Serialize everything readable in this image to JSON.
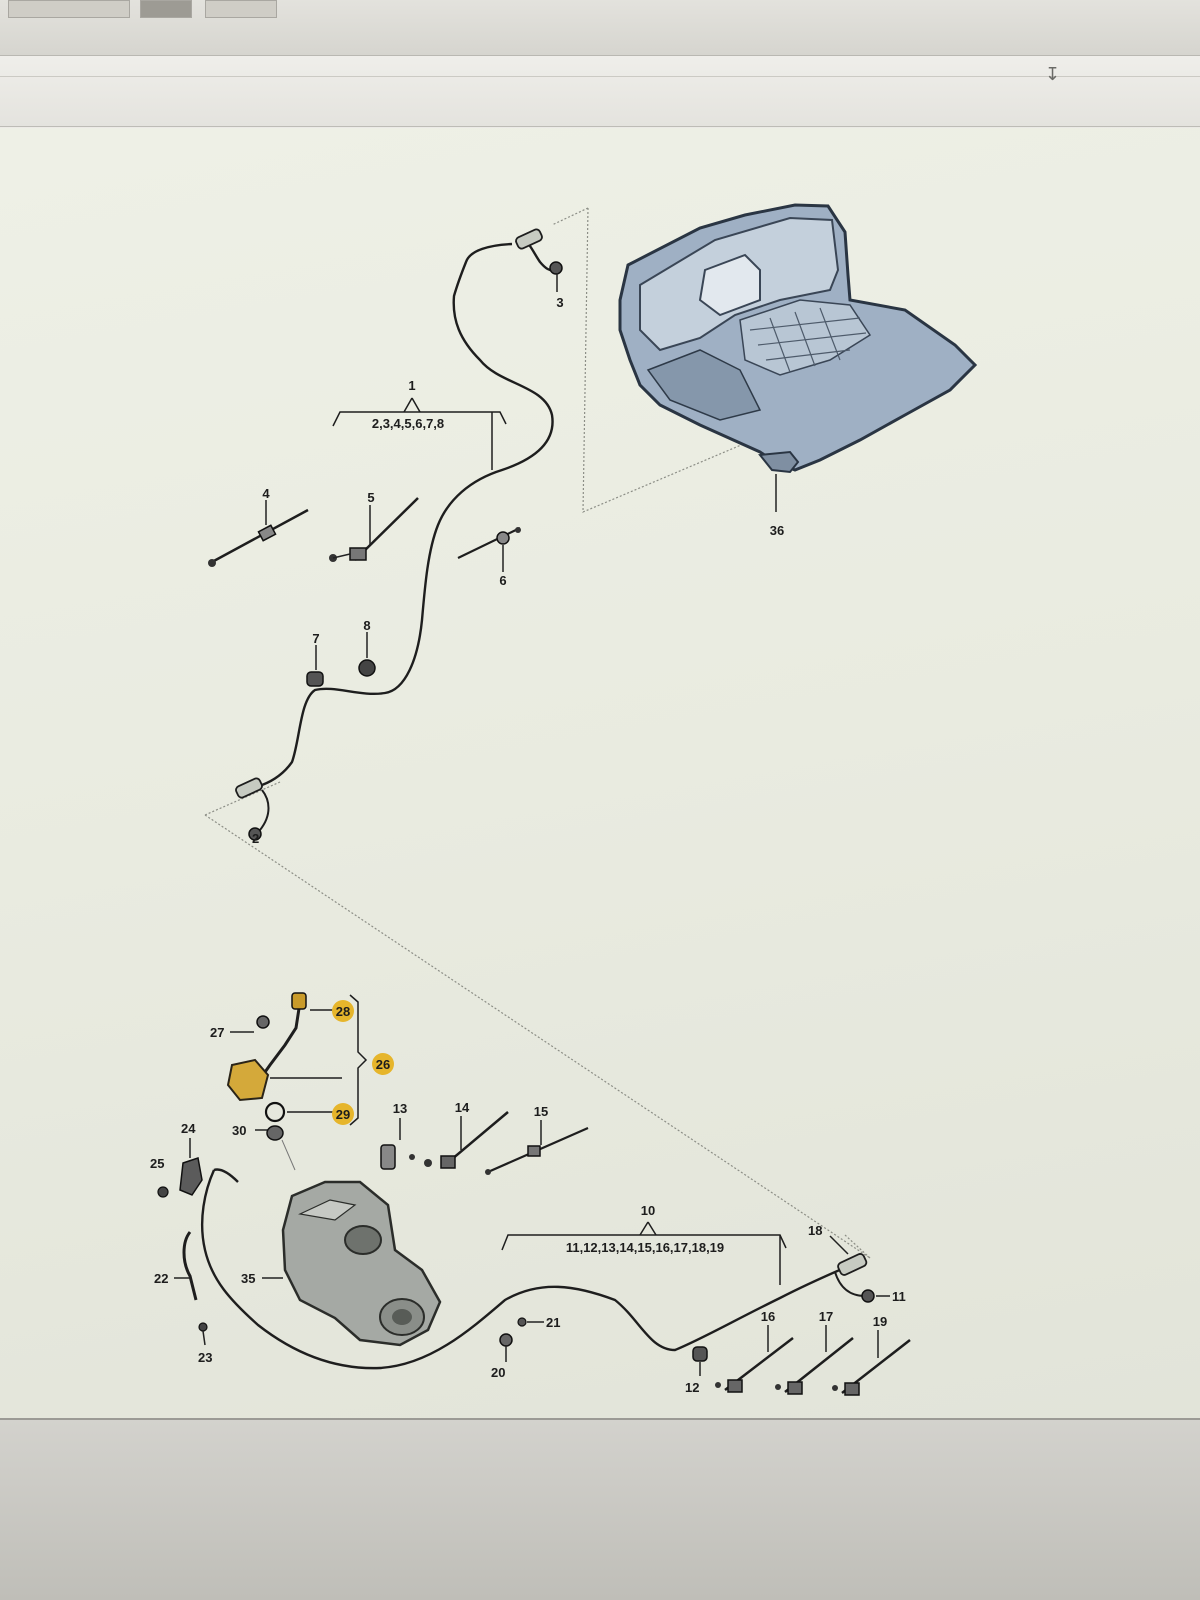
{
  "diagram": {
    "group1": {
      "number": "1",
      "members": "2,3,4,5,6,7,8"
    },
    "group10": {
      "number": "10",
      "members": "11,12,13,14,15,16,17,18,19"
    },
    "group26": {
      "number": "26"
    },
    "parts": {
      "p2": "2",
      "p3": "3",
      "p4": "4",
      "p5": "5",
      "p6": "6",
      "p7": "7",
      "p8": "8",
      "p11": "11",
      "p12": "12",
      "p13": "13",
      "p14": "14",
      "p15": "15",
      "p16": "16",
      "p17": "17",
      "p18": "18",
      "p19": "19",
      "p20": "20",
      "p21": "21",
      "p22": "22",
      "p23": "23",
      "p24": "24",
      "p25": "25",
      "p27": "27",
      "p28": "28",
      "p29": "29",
      "p30": "30",
      "p35": "35",
      "p36": "36"
    },
    "highlighted": [
      "26",
      "28",
      "29"
    ],
    "highlight_color": "#e6b52b"
  }
}
